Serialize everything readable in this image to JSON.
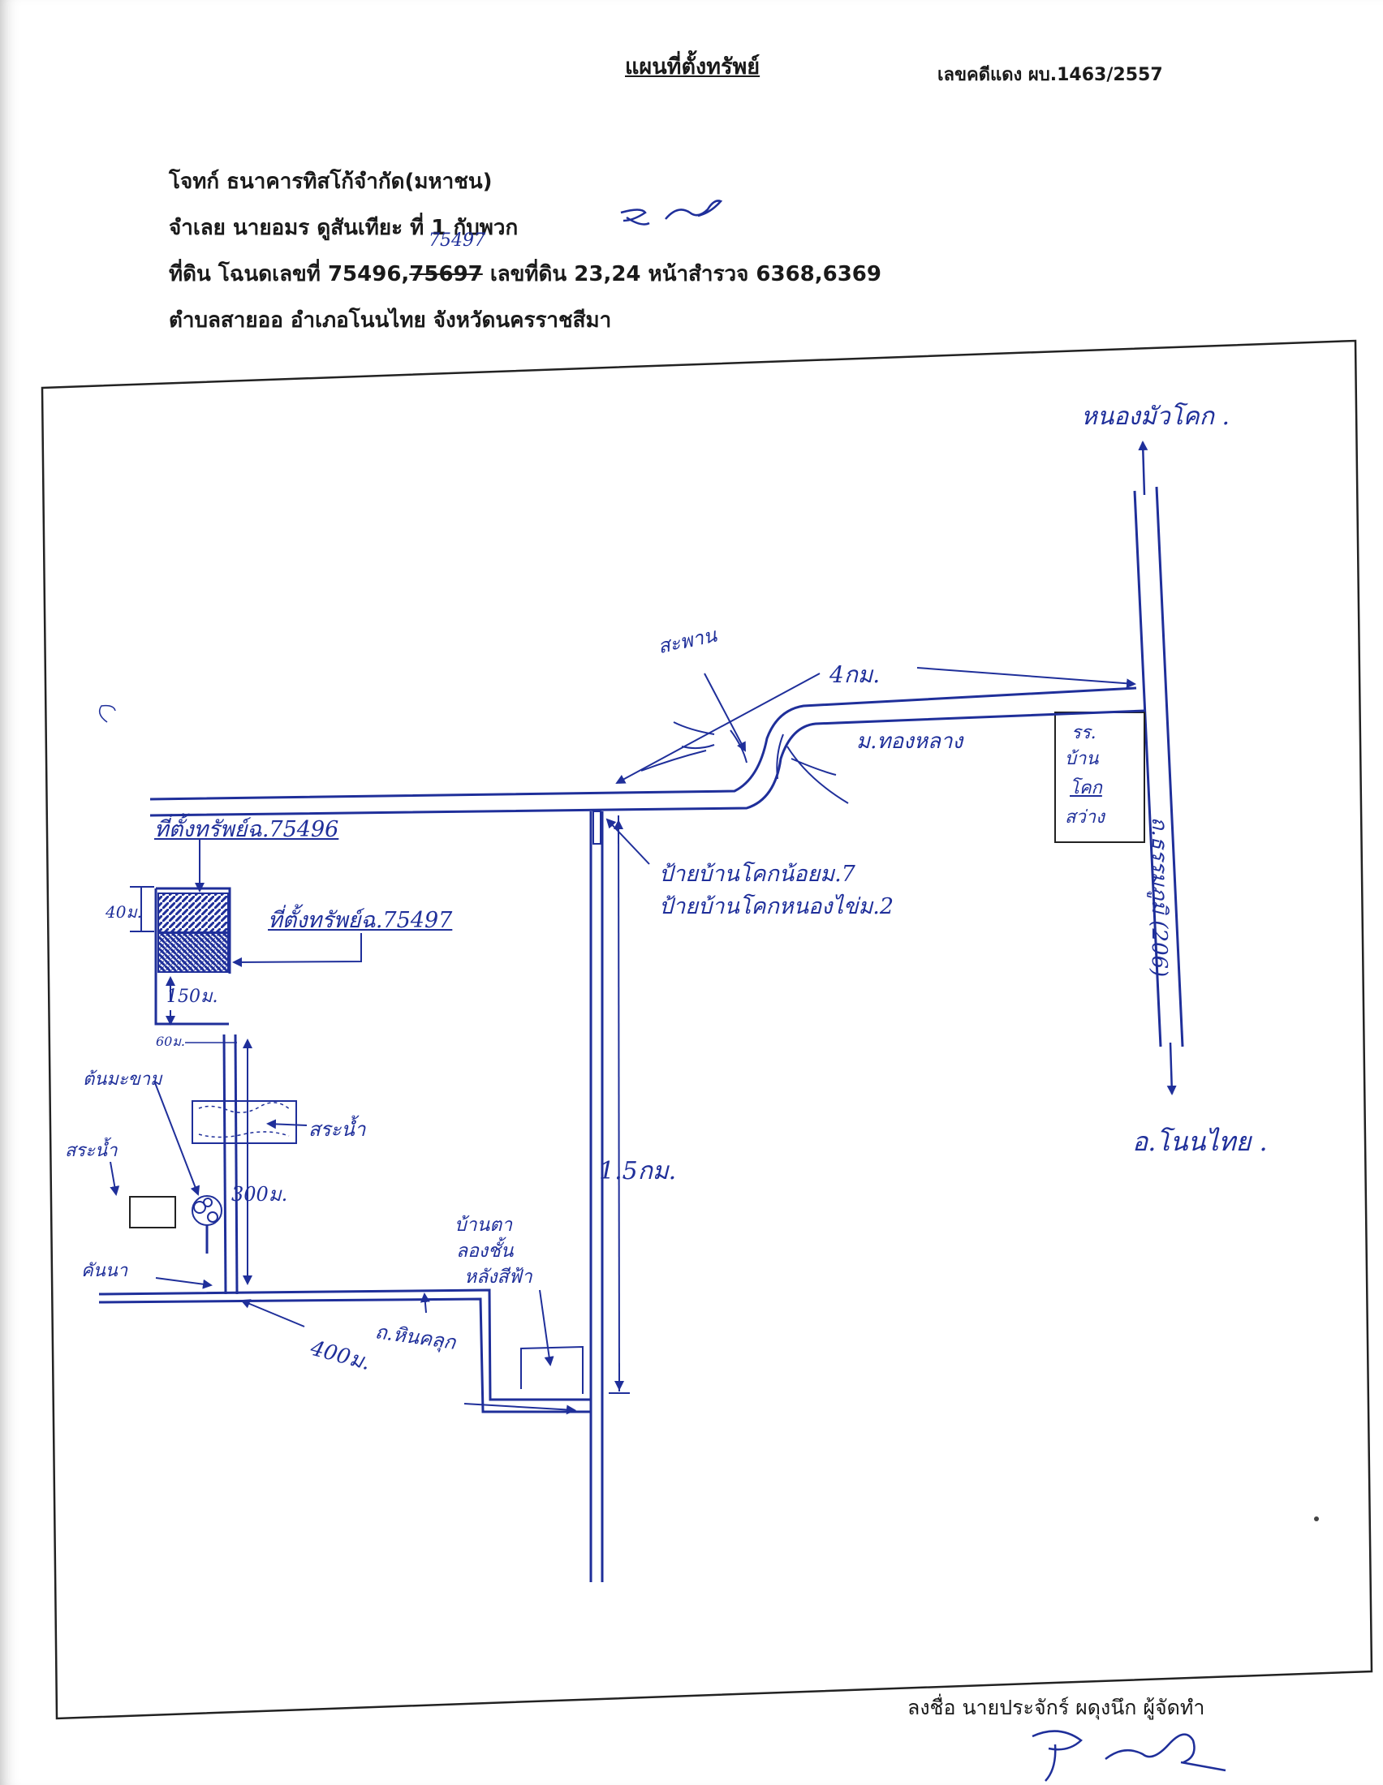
{
  "document": {
    "title": "แผนที่ตั้งทรัพย์",
    "case_number": "เลขคดีแดง ผบ.1463/2557"
  },
  "header": {
    "plaintiff": "โจทก์ ธนาคารทิสโก้จำกัด(มหาชน)",
    "defendant": "จำเลย นายอมร  ดูสันเทียะ  ที่ 1 กับพวก",
    "land_prefix": "ที่ดิน โฉนดเลขที่ 75496,",
    "land_struck": "75697",
    "land_suffix": " เลขที่ดิน 23,24 หน้าสำรวจ 6368,6369",
    "land_correction": "75497",
    "location": "ตำบลสายออ  อำเภอโนนไทย จังหวัดนครราชสีมา"
  },
  "map_labels": {
    "north_destination": "หนองมัวโคก .",
    "south_destination": "อ.โนนไทย .",
    "bridge": "สะพาน",
    "distance_4km": "4กม.",
    "village_name": "ม.ทองหลาง",
    "school_line1": "รร.",
    "school_line2": "บ้าน",
    "school_line3": "โคก",
    "school_line4": "สว่าง",
    "main_road": "ถ.ธรรมภูมิ (206)",
    "signpost_line1": "ป้ายบ้านโคกน้อยม.7",
    "signpost_line2": "ป้ายบ้านโคกหนองไข่ม.2",
    "property_1": "ที่ตั้งทรัพย์ฉ.75496",
    "property_2": "ที่ตั้งทรัพย์ฉ.75497",
    "width_40m": "40ม.",
    "dist_150m": "150ม.",
    "dist_60m": "60ม.",
    "tree": "ต้นมะขาม",
    "pond_1": "สระน้ำ",
    "pond_2": "สระน้ำ",
    "dist_300m": "300ม.",
    "dist_1_5km": "1.5กม.",
    "embankment": "คันนา",
    "house_line1": "บ้านตา",
    "house_line2": "ลองชั้น",
    "house_line3": "หลังสีฟ้า",
    "gravel_road": "ถ.หินคลุก",
    "dist_400m": "400ม."
  },
  "footer": {
    "signed_by": "ลงชื่อ นายประจักร์ ผดุงนึก ผู้จัดทำ"
  },
  "colors": {
    "ink_blue": "#1f2f9a",
    "text_black": "#1a1a1a"
  }
}
